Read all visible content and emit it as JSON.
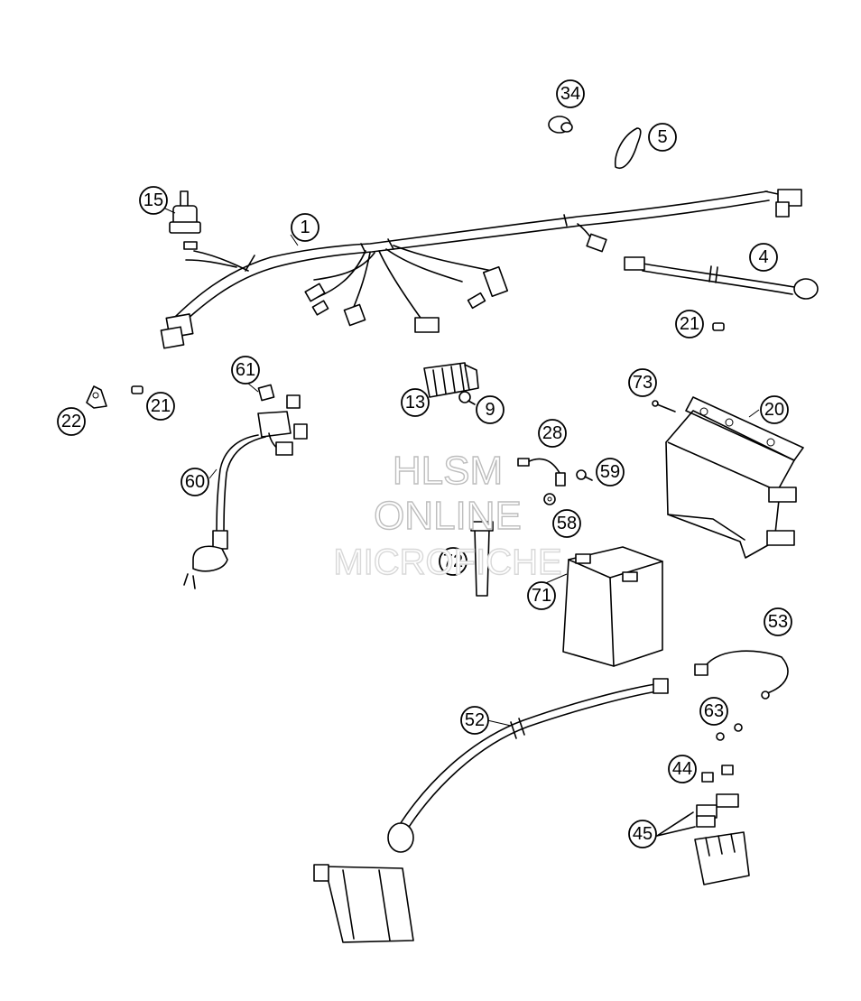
{
  "callouts": [
    "1",
    "4",
    "5",
    "9",
    "13",
    "15",
    "20",
    "21",
    "21",
    "22",
    "28",
    "34",
    "44",
    "45",
    "52",
    "53",
    "58",
    "59",
    "60",
    "61",
    "63",
    "71",
    "72",
    "73"
  ],
  "watermark": {
    "line1": "HLSM",
    "line2": "ONLINE",
    "line3": "MICROFICHE"
  }
}
